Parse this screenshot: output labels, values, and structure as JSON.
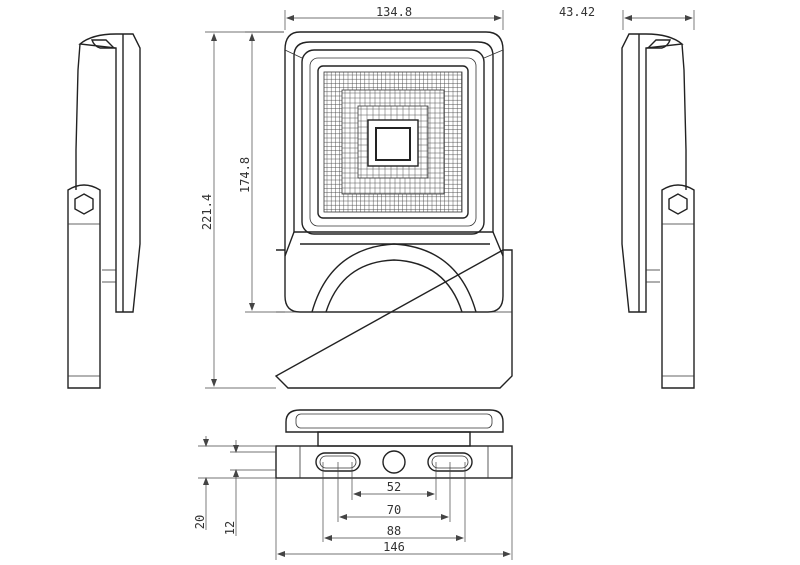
{
  "dimensions": {
    "width_top": "134.8",
    "depth_top": "43.42",
    "height_total": "221.4",
    "height_body": "174.8",
    "bottom_slot_52": "52",
    "bottom_slot_70": "70",
    "bottom_slot_88": "88",
    "bottom_width_146": "146",
    "bracket_height_20": "20",
    "bracket_thick_12": "12"
  }
}
